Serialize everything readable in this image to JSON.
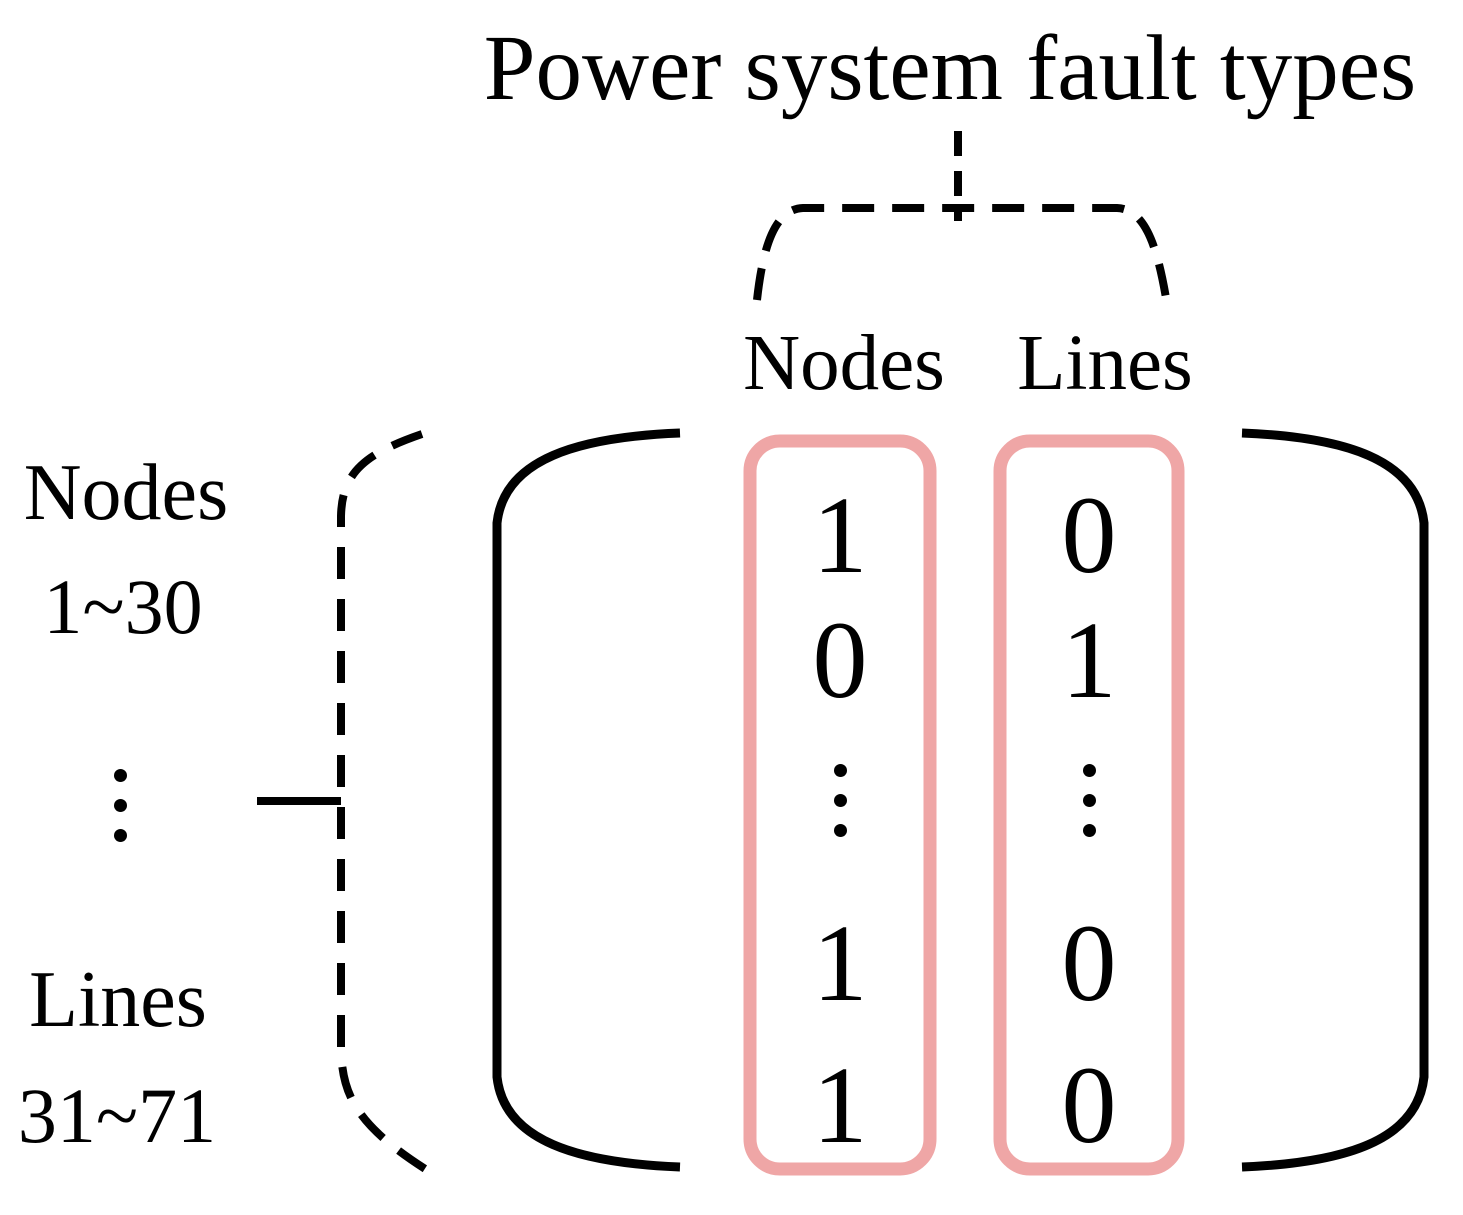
{
  "figure": {
    "title": "Power system fault types",
    "column_headers": {
      "nodes": "Nodes",
      "lines": "Lines"
    },
    "row_groups": {
      "nodes": {
        "label": "Nodes",
        "range": "1~30"
      },
      "lines": {
        "label": "Lines",
        "range": "31~71"
      }
    },
    "ellipsis": "⋮",
    "matrix": {
      "columns": [
        {
          "name": "Nodes",
          "values": [
            "1",
            "0",
            "⋮",
            "1",
            "1"
          ]
        },
        {
          "name": "Lines",
          "values": [
            "0",
            "1",
            "⋮",
            "0",
            "0"
          ]
        }
      ]
    },
    "colors": {
      "highlight": "#efa6a6",
      "ink": "#000000",
      "background": "#ffffff"
    }
  }
}
